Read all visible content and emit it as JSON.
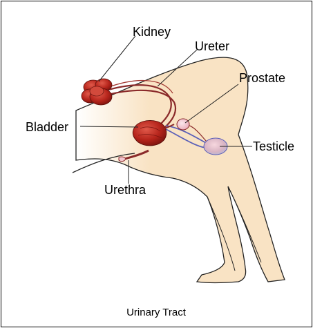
{
  "diagram": {
    "caption": "Urinary Tract",
    "labels": {
      "kidney": "Kidney",
      "ureter": "Ureter",
      "prostate": "Prostate",
      "bladder": "Bladder",
      "testicle": "Testicle",
      "urethra": "Urethra"
    }
  },
  "colors": {
    "organ_red": "#b5241b",
    "body_fill": "#f9e3c4",
    "outline": "#222222",
    "vessel": "#8a2a2a",
    "duct_blue": "#5a5fb8",
    "gland_pink": "#f2c6cf"
  }
}
